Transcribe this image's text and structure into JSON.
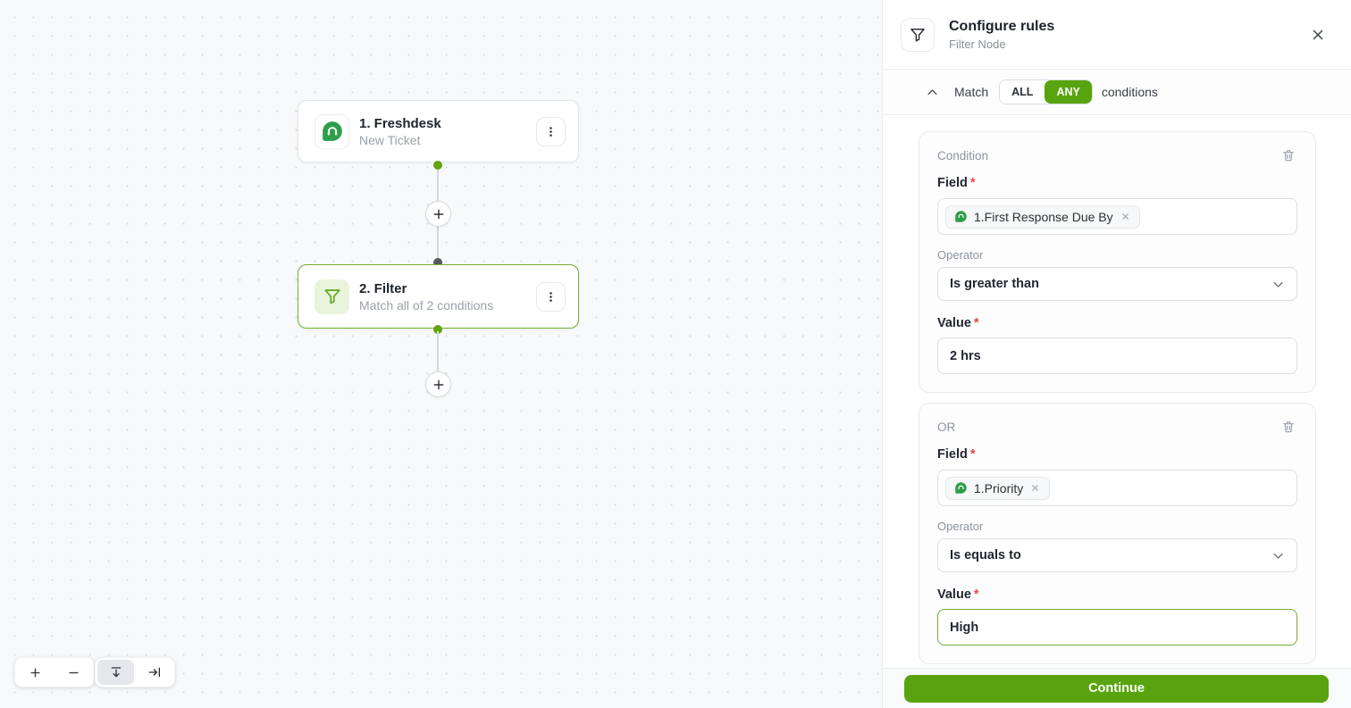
{
  "colors": {
    "primary_green": "#59a40e",
    "node_selected_border": "#74ad33",
    "freshdesk_green": "#2e9e49",
    "required_red": "#e5484d"
  },
  "canvas": {
    "nodes": [
      {
        "title": "1. Freshdesk",
        "subtitle": "New Ticket",
        "icon": "freshdesk-logo-icon"
      },
      {
        "title": "2. Filter",
        "subtitle": "Match all of 2 conditions",
        "icon": "filter-funnel-icon"
      }
    ],
    "toolbar": {
      "zoom_in": "plus-icon",
      "zoom_out": "minus-icon",
      "layout_vertical": "arrow-down-from-bar-icon",
      "layout_horizontal": "arrow-right-to-bar-icon"
    }
  },
  "panel": {
    "header": {
      "title": "Configure rules",
      "subtitle": "Filter Node"
    },
    "match": {
      "label_prefix": "Match",
      "options": [
        "ALL",
        "ANY"
      ],
      "selected": "ANY",
      "label_suffix": "conditions"
    },
    "required_mark": "*",
    "conditions": [
      {
        "group_label": "Condition",
        "field_label": "Field",
        "field_tag": "1.First Response Due By",
        "operator_label": "Operator",
        "operator_value": "Is greater than",
        "value_label": "Value",
        "value": "2 hrs"
      },
      {
        "group_label": "OR",
        "field_label": "Field",
        "field_tag": "1.Priority",
        "operator_label": "Operator",
        "operator_value": "Is equals to",
        "value_label": "Value",
        "value": "High"
      }
    ],
    "footer": {
      "continue_label": "Continue"
    }
  }
}
